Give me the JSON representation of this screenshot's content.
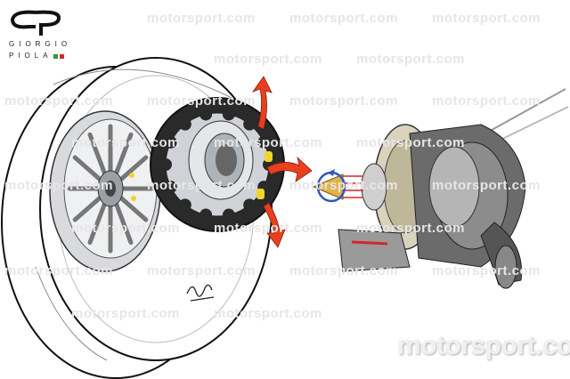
{
  "logo": {
    "line1": "GIORGIO",
    "line2": "PIOLA",
    "flag_colors": [
      "#2e9a3a",
      "#d6262a"
    ]
  },
  "watermark": {
    "text": "motorsport.com"
  },
  "colors": {
    "arrow_red": "#e8401e",
    "zoom_dark": "#2a2a2a",
    "highlight_yellow": "#f2d22e",
    "rotation_blue": "#2b57c4"
  }
}
